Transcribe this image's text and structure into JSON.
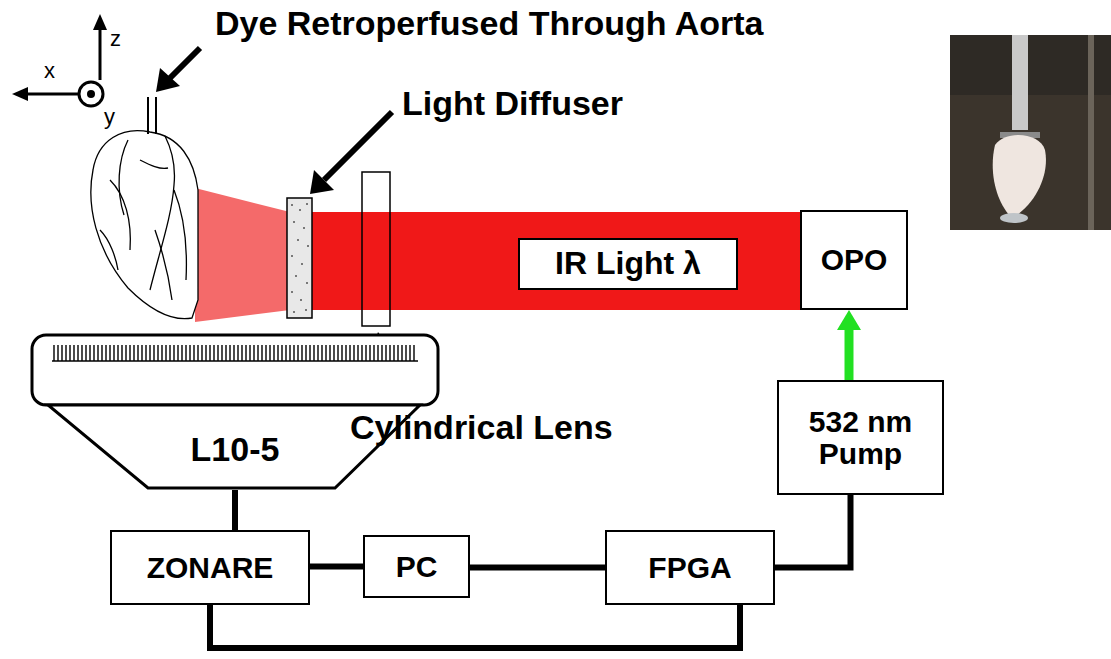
{
  "diagram": {
    "nodes": [
      {
        "text": [
          "IR Light λ"
        ]
      },
      {
        "text": [
          "OPO"
        ]
      },
      {
        "text": [
          "L10-5"
        ]
      },
      {
        "text": [
          "532 nm Pump"
        ]
      },
      {
        "text": [
          "ZONARE"
        ]
      },
      {
        "text": [
          "PC"
        ]
      },
      {
        "text": [
          "FPGA"
        ]
      }
    ],
    "edges": [
      {
        "from": 2,
        "to": 4,
        "arrow": "none"
      },
      {
        "from": 4,
        "to": 5,
        "arrow": "none"
      },
      {
        "from": 5,
        "to": 6,
        "arrow": "none"
      },
      {
        "from": 6,
        "to": 3,
        "arrow": "none"
      },
      {
        "from": 3,
        "to": 1,
        "arrow": "to"
      },
      {
        "from": 4,
        "to": 6,
        "arrow": "none"
      }
    ],
    "labels": [
      "Dye Retroperfused Through Aorta",
      "x",
      "z",
      "y",
      "Light Diffuser",
      "Cylindrical Lens"
    ]
  }
}
